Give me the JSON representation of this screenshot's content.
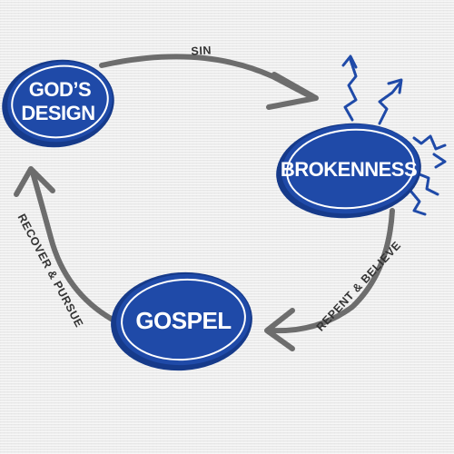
{
  "nodes": {
    "gods_design": {
      "line1": "GOD’S",
      "line2": "DESIGN"
    },
    "brokenness": {
      "label": "BROKENNESS"
    },
    "gospel": {
      "label": "GOSPEL"
    }
  },
  "edges": {
    "sin": "SIN",
    "repent_believe": "REPENT & BELIEVE",
    "recover_pursue": "RECOVER & PURSUE"
  },
  "colors": {
    "node_fill": "#1f4aa8",
    "node_dark": "#163a8a",
    "node_outline": "#ffffff",
    "arrow": "#6d6d6d",
    "burst": "#1f4aa8",
    "label": "#333333"
  }
}
